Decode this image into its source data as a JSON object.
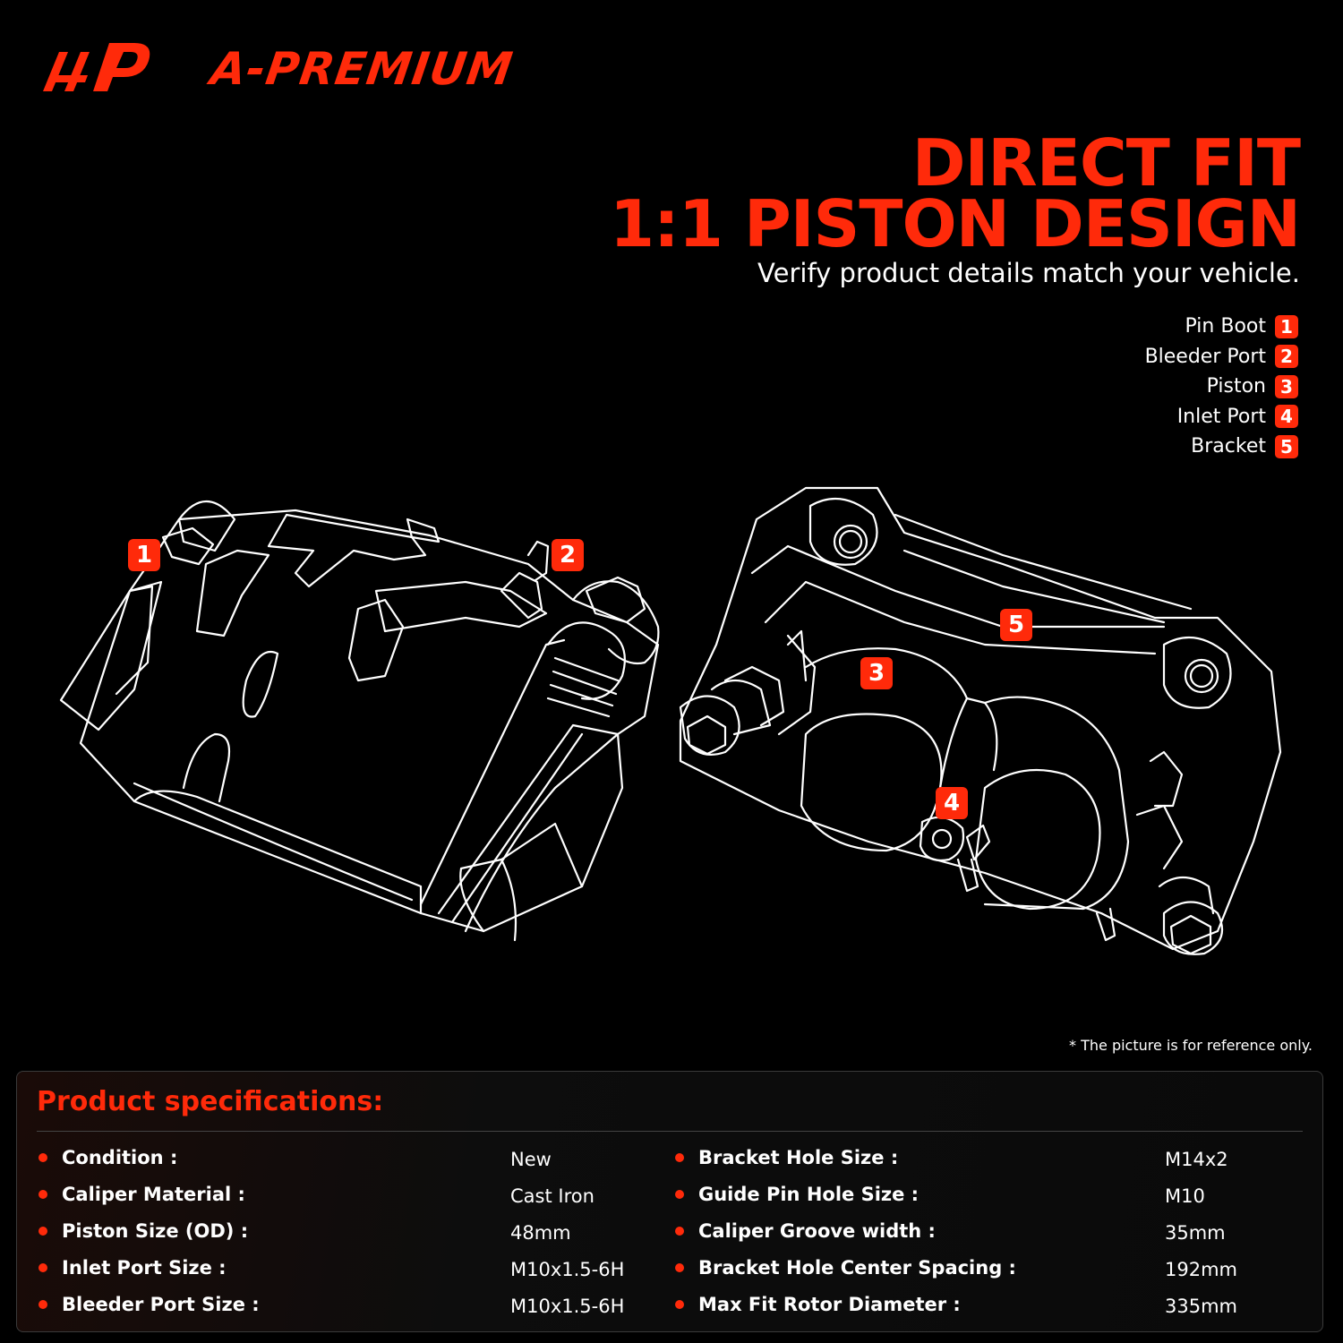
{
  "brand": {
    "name": "A-PREMIUM",
    "color": "#ff2a0a"
  },
  "headline": {
    "line1": "DIRECT FIT",
    "line2": "1:1 PISTON DESIGN"
  },
  "subtitle": "Verify product details match your vehicle.",
  "legend": [
    {
      "label": "Pin Boot",
      "num": "1"
    },
    {
      "label": "Bleeder Port",
      "num": "2"
    },
    {
      "label": "Piston",
      "num": "3"
    },
    {
      "label": "Inlet Port",
      "num": "4"
    },
    {
      "label": "Bracket",
      "num": "5"
    }
  ],
  "callouts": [
    "1",
    "2",
    "3",
    "4",
    "5"
  ],
  "note": "* The picture is for reference only.",
  "specs": {
    "title": "Product specifications:",
    "left": [
      {
        "label": "Condition :",
        "value": "New"
      },
      {
        "label": "Caliper Material :",
        "value": "Cast Iron"
      },
      {
        "label": "Piston Size (OD) :",
        "value": "48mm"
      },
      {
        "label": "Inlet Port Size :",
        "value": "M10x1.5-6H"
      },
      {
        "label": "Bleeder Port Size :",
        "value": "M10x1.5-6H"
      }
    ],
    "right": [
      {
        "label": "Bracket Hole Size :",
        "value": "M14x2"
      },
      {
        "label": "Guide Pin Hole Size :",
        "value": "M10"
      },
      {
        "label": "Caliper Groove width :",
        "value": "35mm"
      },
      {
        "label": "Bracket Hole Center Spacing :",
        "value": "192mm"
      },
      {
        "label": "Max Fit Rotor Diameter :",
        "value": "335mm"
      }
    ]
  }
}
